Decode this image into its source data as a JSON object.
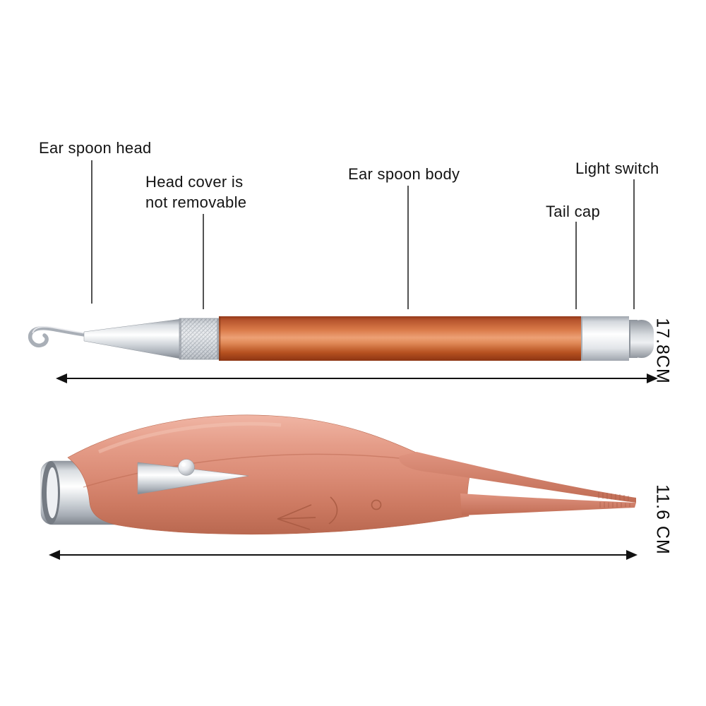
{
  "labels": {
    "ear_spoon_head": "Ear spoon head",
    "head_cover_line1": "Head cover is",
    "head_cover_line2": "not removable",
    "ear_spoon_body": "Ear spoon body",
    "tail_cap": "Tail cap",
    "light_switch": "Light switch"
  },
  "dimensions": {
    "pen_length": "17.8CM",
    "tweezers_length": "11.6 CM"
  },
  "colors": {
    "background": "#ffffff",
    "text": "#141414",
    "pen_body_orange": "#d97948",
    "metal_silver": "#c9ced4",
    "rose_gold": "#db8c76"
  }
}
